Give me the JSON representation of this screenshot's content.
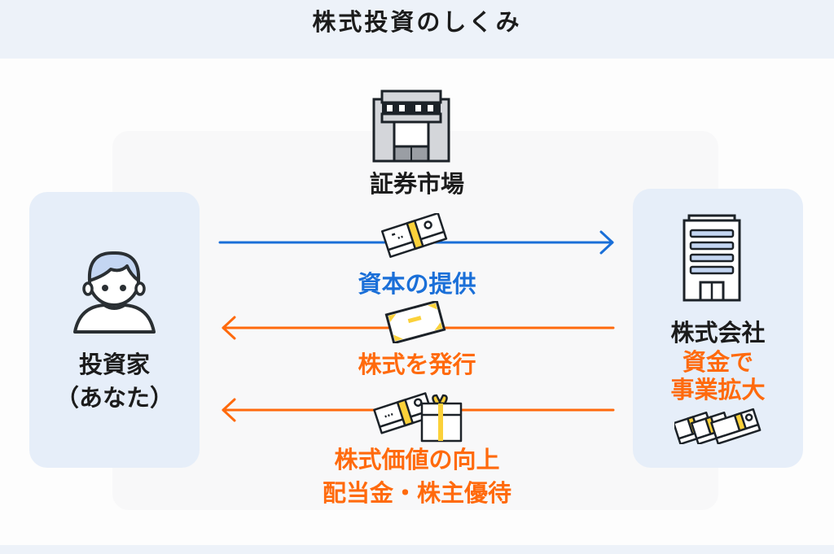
{
  "title": "株式投資のしくみ",
  "market": {
    "label": "証券市場",
    "icon": "stock-exchange-building-icon"
  },
  "investor": {
    "line1": "投資家",
    "line2": "（あなた）",
    "icon": "person-icon"
  },
  "company": {
    "label": "株式会社",
    "benefit_line1": "資金で",
    "benefit_line2": "事業拡大",
    "icon": "office-building-icon",
    "money_icon": "money-stacks-icon"
  },
  "flows": [
    {
      "label": "資本の提供",
      "direction": "right",
      "color": "#1a6fd8",
      "icon": "money-bundle-icon"
    },
    {
      "label": "株式を発行",
      "direction": "left",
      "color": "#ff6a0d",
      "icon": "stock-certificate-icon"
    },
    {
      "label_line1": "株式価値の向上",
      "label_line2": "配当金・株主優待",
      "direction": "left",
      "color": "#ff6a0d",
      "icon": "money-and-gift-icon"
    }
  ],
  "colors": {
    "blue": "#1a6fd8",
    "orange": "#ff6a0d",
    "card_bg": "#e6eef9",
    "header_bg": "#edf2f9",
    "accent_yellow": "#fbd13a"
  }
}
